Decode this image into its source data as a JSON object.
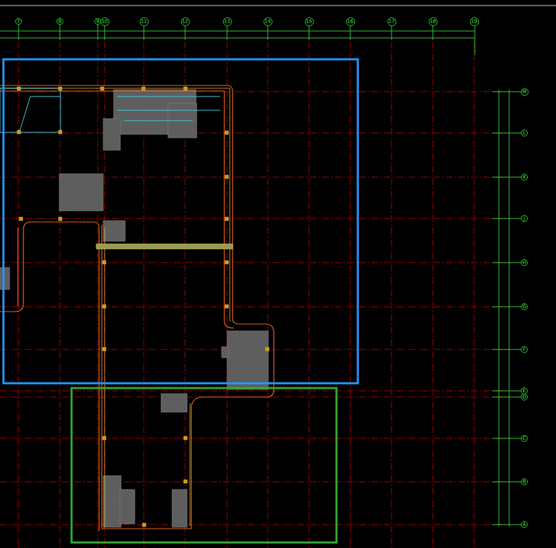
{
  "diagram": {
    "nodes": [
      {
        "text": [
          "7"
        ]
      },
      {
        "text": [
          "8"
        ]
      },
      {
        "text": [
          "9"
        ]
      },
      {
        "text": [
          "10"
        ]
      },
      {
        "text": [
          "11"
        ]
      },
      {
        "text": [
          "12"
        ]
      },
      {
        "text": [
          "13"
        ]
      },
      {
        "text": [
          "14"
        ]
      },
      {
        "text": [
          "15"
        ]
      },
      {
        "text": [
          "16"
        ]
      },
      {
        "text": [
          "17"
        ]
      },
      {
        "text": [
          "18"
        ]
      },
      {
        "text": [
          "19"
        ]
      },
      {
        "text": [
          "M"
        ]
      },
      {
        "text": [
          "L"
        ]
      },
      {
        "text": [
          "K"
        ]
      },
      {
        "text": [
          "J"
        ]
      },
      {
        "text": [
          "H"
        ]
      },
      {
        "text": [
          "G"
        ]
      },
      {
        "text": [
          "F"
        ]
      },
      {
        "text": [
          "E"
        ]
      },
      {
        "text": [
          "D"
        ]
      },
      {
        "text": [
          "C"
        ]
      },
      {
        "text": [
          "B"
        ]
      },
      {
        "text": [
          "A"
        ]
      }
    ]
  }
}
